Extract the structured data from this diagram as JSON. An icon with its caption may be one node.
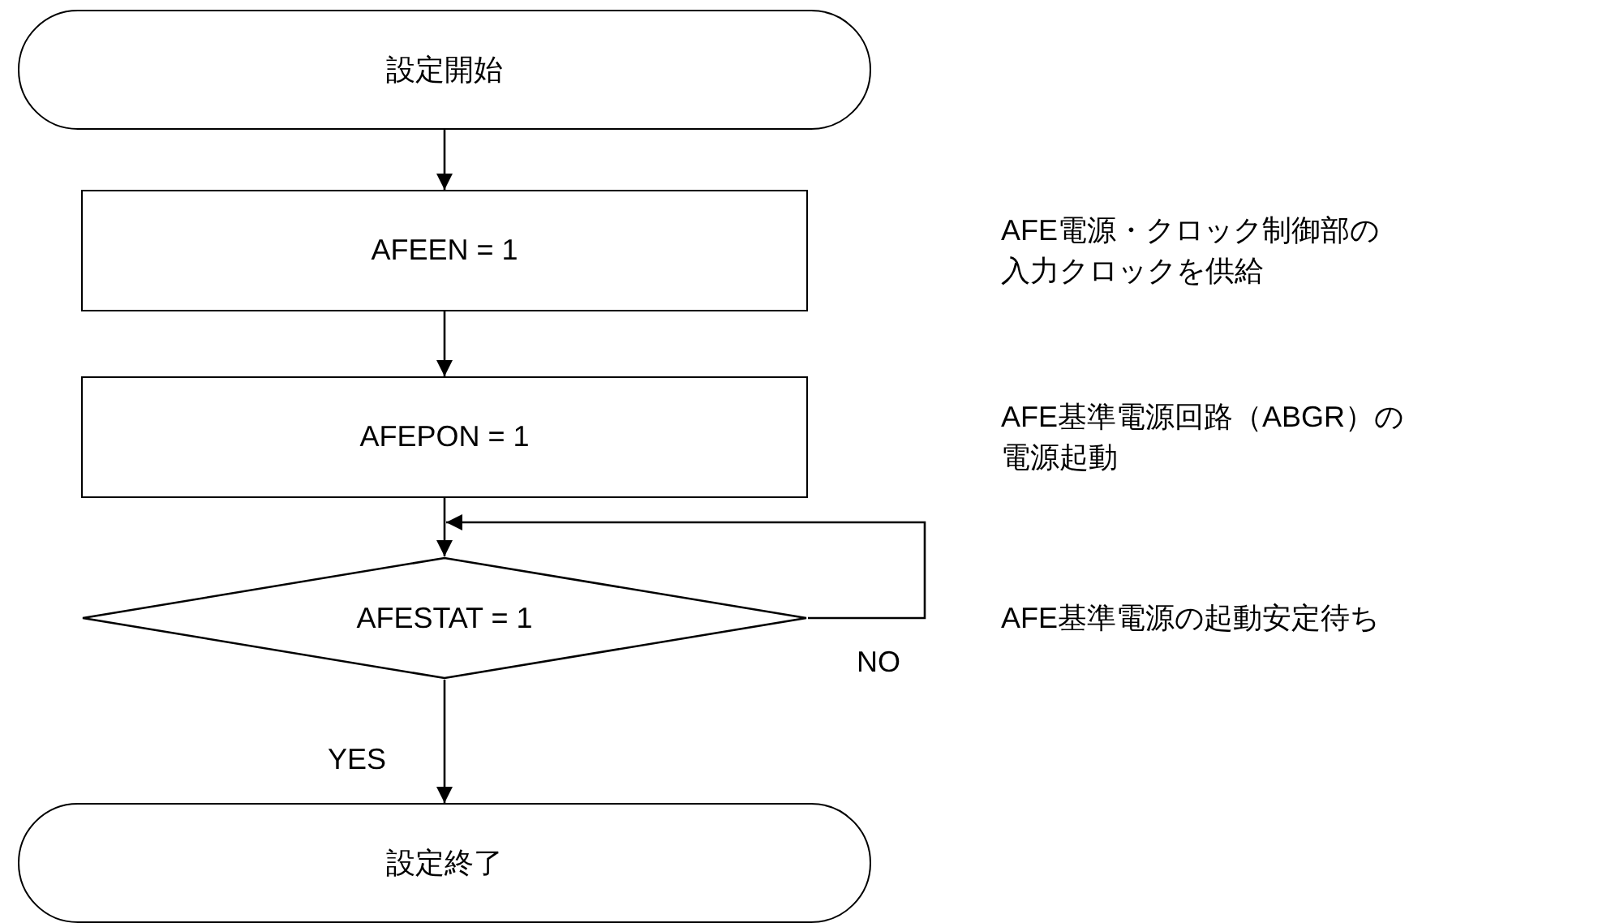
{
  "diagram": {
    "nodes": [
      {
        "text": [
          "設定開始"
        ]
      },
      {
        "text": [
          "AFEEN = 1"
        ]
      },
      {
        "text": [
          "AFEPON = 1"
        ]
      },
      {
        "text": [
          "AFESTAT = 1"
        ]
      },
      {
        "text": [
          "設定終了"
        ]
      }
    ],
    "edges": [
      {
        "from": 0,
        "to": 1,
        "arrow": "to"
      },
      {
        "from": 1,
        "to": 2,
        "arrow": "to"
      },
      {
        "from": 2,
        "to": 3,
        "arrow": "to"
      },
      {
        "from": 3,
        "to": 3,
        "arrow": "to",
        "label": "NO"
      },
      {
        "from": 3,
        "to": 4,
        "arrow": "to",
        "label": "YES"
      }
    ],
    "labels": [
      "AFE電源・クロック制御部の入力クロックを供給",
      "AFE基準電源回路（ABGR）の電源起動",
      "AFE基準電源の起動安定待ち"
    ]
  }
}
